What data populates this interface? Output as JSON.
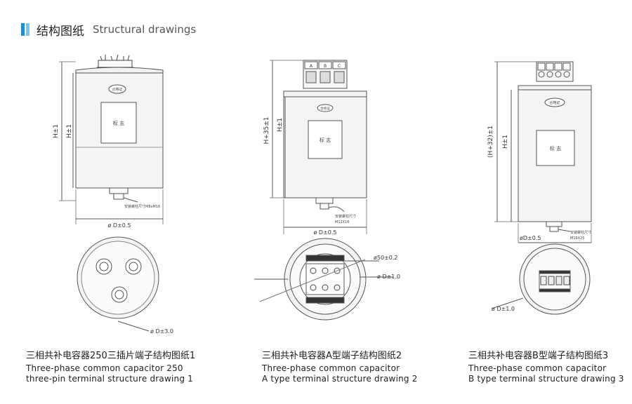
{
  "header": {
    "title_cn": "结构图纸",
    "title_en": "Structural drawings",
    "accent_colors": [
      "#1a8fd6",
      "#7cc4ee"
    ]
  },
  "drawings": [
    {
      "caption_cn": "三相共补电容器250三插片端子结构图纸1",
      "caption_en_1": "Three-phase common capacitor 250",
      "caption_en_2": "three-pin terminal structure drawing 1",
      "dim_h1": "H±1",
      "dim_h2": "H±1",
      "dim_d": "ø D±0.5",
      "dim_bottom": "ø D±3.0",
      "bolt_note": "安装螺柱尺寸M8xM16",
      "qc_label": "合格证",
      "nameplate_label": "标 志"
    },
    {
      "caption_cn": "三相共补电容器A型端子结构图纸2",
      "caption_en_1": "Three-phase common capacitor",
      "caption_en_2": "A type terminal structure drawing 2",
      "dim_h1": "H+35±1",
      "dim_h2": "H±1",
      "dim_d": "ø D±0.5",
      "dim_circle": "ø50±0.2",
      "dim_bottom": "ø D±1.0",
      "bolt_note_1": "安装螺柱尺寸",
      "bolt_note_2": "M12X16",
      "qc_label": "合格证",
      "nameplate_label": "标 志",
      "terminals": [
        "A",
        "B",
        "C"
      ]
    },
    {
      "caption_cn": "三相共补电容器B型端子结构图纸3",
      "caption_en_1": "Three-phase common capacitor",
      "caption_en_2": "B type terminal structure drawing 3",
      "dim_h1": "(H+32)±1",
      "dim_h2": "H±1",
      "dim_d": "øD±0.5",
      "dim_bottom": "ø D±1.0",
      "bolt_note_1": "安装螺柱尺寸",
      "bolt_note_2": "M16X25",
      "qc_label": "合格证",
      "nameplate_label": "标 志"
    }
  ]
}
